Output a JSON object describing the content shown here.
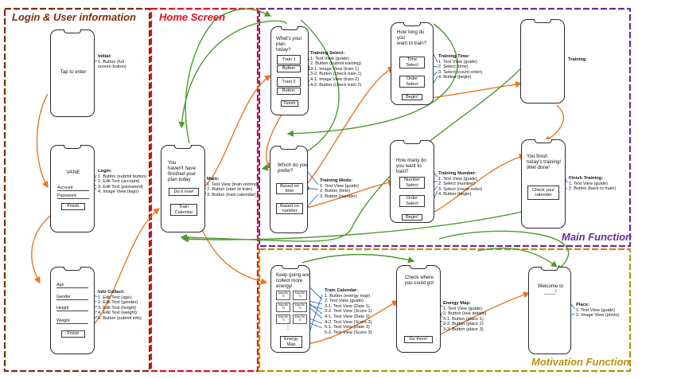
{
  "colors": {
    "login_frame": "#7a2e0e",
    "home_frame": "#e0101e",
    "main_frame": "#6a2a9a",
    "motivation_frame": "#b8900e",
    "flow_orange": "#e87722",
    "flow_green": "#4e9a2e",
    "flow_blue": "#2d6cb5"
  },
  "sections": {
    "login": "Login & User information",
    "home": "Home Screen",
    "main": "Main Function",
    "motivation": "Motivation Function"
  },
  "screens": {
    "initial": {
      "text": "Tap to enter",
      "annotation": {
        "title": "Initial:",
        "lines": [
          "1. Button (full",
          "screen button)"
        ]
      }
    },
    "login": {
      "logo": "VANE",
      "account": "Account",
      "password": "Password",
      "finish": "Finish",
      "annotation": {
        "title": "Login:",
        "lines": [
          "1. Button (submit button)",
          "2. Edit Text (account)",
          "3. Edit Text (password)",
          "4. Image View (logo)"
        ]
      }
    },
    "info_collect": {
      "fields": [
        "Age",
        "Gender",
        "Height",
        "Weight"
      ],
      "finish": "Finish",
      "annotation": {
        "title": "Info Collect:",
        "lines": [
          "1. Edit Text (age)",
          "2. Edit Text (gender)",
          "3. Edit Text (height)",
          "4. Edit Text (weight)",
          "5. Button (submit info)"
        ]
      }
    },
    "main": {
      "text": "You\nhaven't have\nfinished your\nplan today",
      "do_it_now": "Do it now!",
      "train_calendar": "Train\nCalendar",
      "annotation": {
        "title": "Main:",
        "lines": [
          "1. Text View (train remind)",
          "2. Button (start to train)",
          "3. Button (train calendar)"
        ]
      }
    },
    "training_select": {
      "text": "What's your plan\ntoday?",
      "buttons": [
        "Train 1",
        "Button",
        "Train 2",
        "Button",
        "Finish"
      ],
      "annotation": {
        "title": "Training Select:",
        "lines": [
          "1. Text View (guide)",
          "2. Button (submit training)",
          "3-1. Image View (train 1)",
          "3-2. Button (check train 1)",
          "4-1. Image View (train 2)",
          "4-2. Button (check train 2)"
        ]
      }
    },
    "training_time": {
      "text": "How long do you\nwant to train?",
      "buttons": [
        "Time\nSelect",
        "Order\nSelect",
        "Begin!"
      ],
      "annotation": {
        "title": "Training Time:",
        "lines": [
          "1. Text View (guide)",
          "2. Select (time)",
          "3. Select (count order)",
          "4. Button (begin)"
        ]
      }
    },
    "training": {
      "annotation": {
        "title": "Training",
        "lines": []
      }
    },
    "training_mode": {
      "text": "Which do you\nprefer?",
      "buttons": [
        "Based on\ntime",
        "Based on\nnumber"
      ],
      "annotation": {
        "title": "Training Mode:",
        "lines": [
          "1. Text View (guide)",
          "2. Button (time)",
          "3. Button (number)"
        ]
      }
    },
    "training_number": {
      "text": "How many do\nyou want to train?",
      "buttons": [
        "Number\nSelect",
        "Order\nSelect",
        "Begin!"
      ],
      "annotation": {
        "title": "Training Number:",
        "lines": [
          "1. Text View (guide)",
          "2. Select (number)",
          "3. Select (count order)",
          "4. Button (begin)"
        ]
      }
    },
    "finish_training": {
      "text": "You finish\ntoday's training!\nWell done!",
      "button": "Check your\ncalender",
      "annotation": {
        "title": "Finish Training:",
        "lines": [
          "1. Text View (guide)",
          "2. Button (back to main)"
        ]
      }
    },
    "train_calendar": {
      "text": "Keep going and\ncollect more\nenergy!",
      "cells": [
        {
          "date": "May.6th",
          "score": "+2"
        },
        {
          "date": "May.5th",
          "score": "+2"
        },
        {
          "date": "May.4th",
          "score": "+3"
        },
        {
          "date": "May.3th",
          "score": "+1"
        },
        {
          "date": "May.2th",
          "score": "+1"
        },
        {
          "date": "May.1th",
          "score": "+2"
        }
      ],
      "energy_map": "Energy\nMap",
      "annotation": {
        "title": "Train Calendar:",
        "lines": [
          "1. Button (energy map)",
          "2. Text View (guide)",
          "3-1. Text View (Date 1)",
          "3-2. Text View (Score 1)",
          "4-1. Text View (Date 2)",
          "4-2. Text View (Score 2)",
          "5-1. Text View (Date 3)",
          "5-2. Text View (Score 3)",
          "......"
        ]
      }
    },
    "energy_map": {
      "text": "Check where\nyou could go!",
      "button": "Go there!",
      "annotation": {
        "title": "Energy Map:",
        "lines": [
          "1. Text View (guide)",
          "2. Button (see details)",
          "3-1. Button (place 1)",
          "3-2. Button (place 2)",
          "3-3. Button (place 3)"
        ]
      }
    },
    "place": {
      "text": "Welcome to\n____!",
      "annotation": {
        "title": "Place:",
        "lines": [
          "1. Text View (guide)",
          "2. Image View (photo)"
        ]
      }
    }
  }
}
